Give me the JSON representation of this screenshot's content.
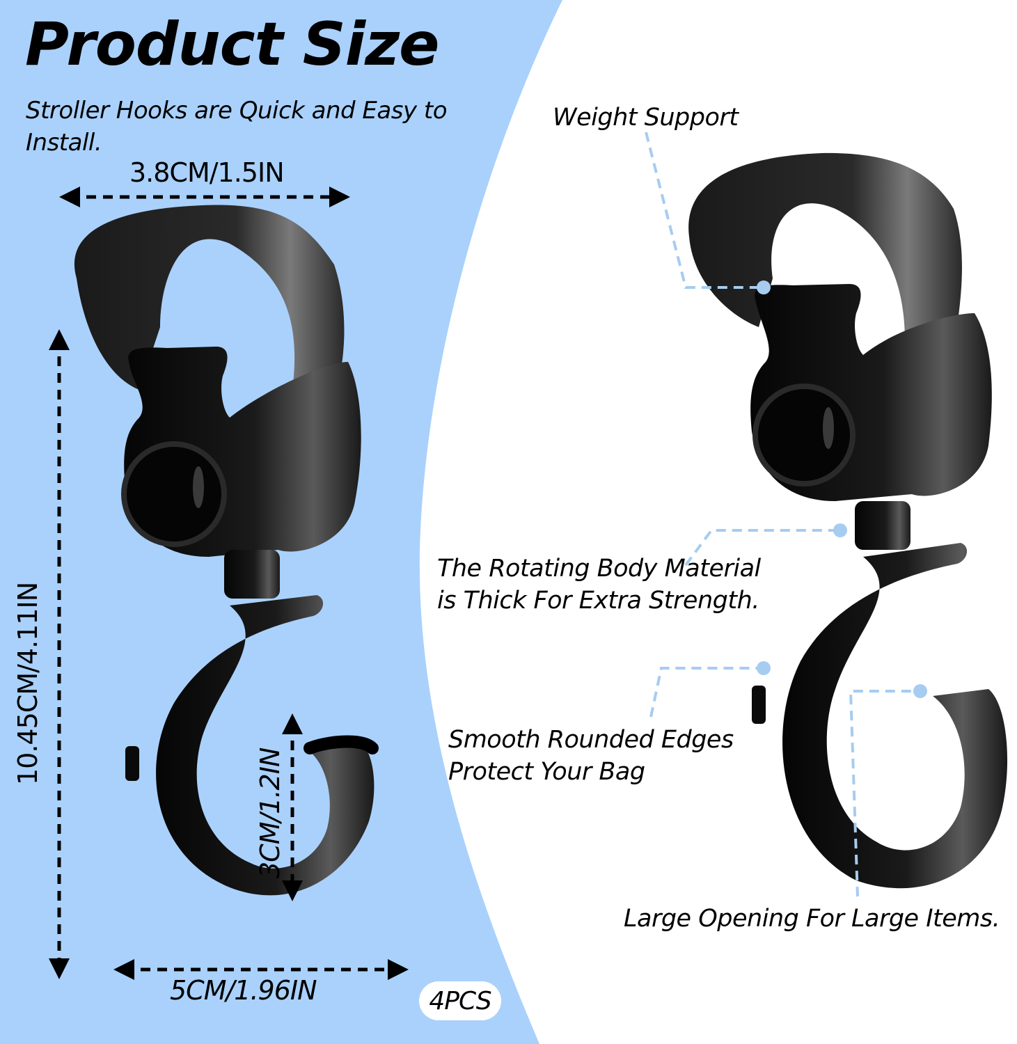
{
  "header": {
    "title": "Product Size",
    "subtitle": "Stroller Hooks are Quick and Easy to Install."
  },
  "dimensions": {
    "strap_width": "3.8CM/1.5IN",
    "total_height": "10.45CM/4.11IN",
    "hook_opening": "3CM/1.2IN",
    "hook_width": "5CM/1.96IN"
  },
  "quantity_badge": "4PCS",
  "callouts": {
    "weight_support": "Weight Support",
    "rotating_body_line1": "The Rotating Body Material",
    "rotating_body_line2": "is Thick For Extra Strength.",
    "smooth_edges_line1": "Smooth Rounded Edges",
    "smooth_edges_line2": "Protect Your Bag",
    "large_opening": "Large Opening For Large Items."
  },
  "colors": {
    "panel_blue": "#a9d1fb",
    "callout_line_blue": "#a6ccf0",
    "product_black": "#0d0d0d",
    "text_black": "#000000"
  }
}
